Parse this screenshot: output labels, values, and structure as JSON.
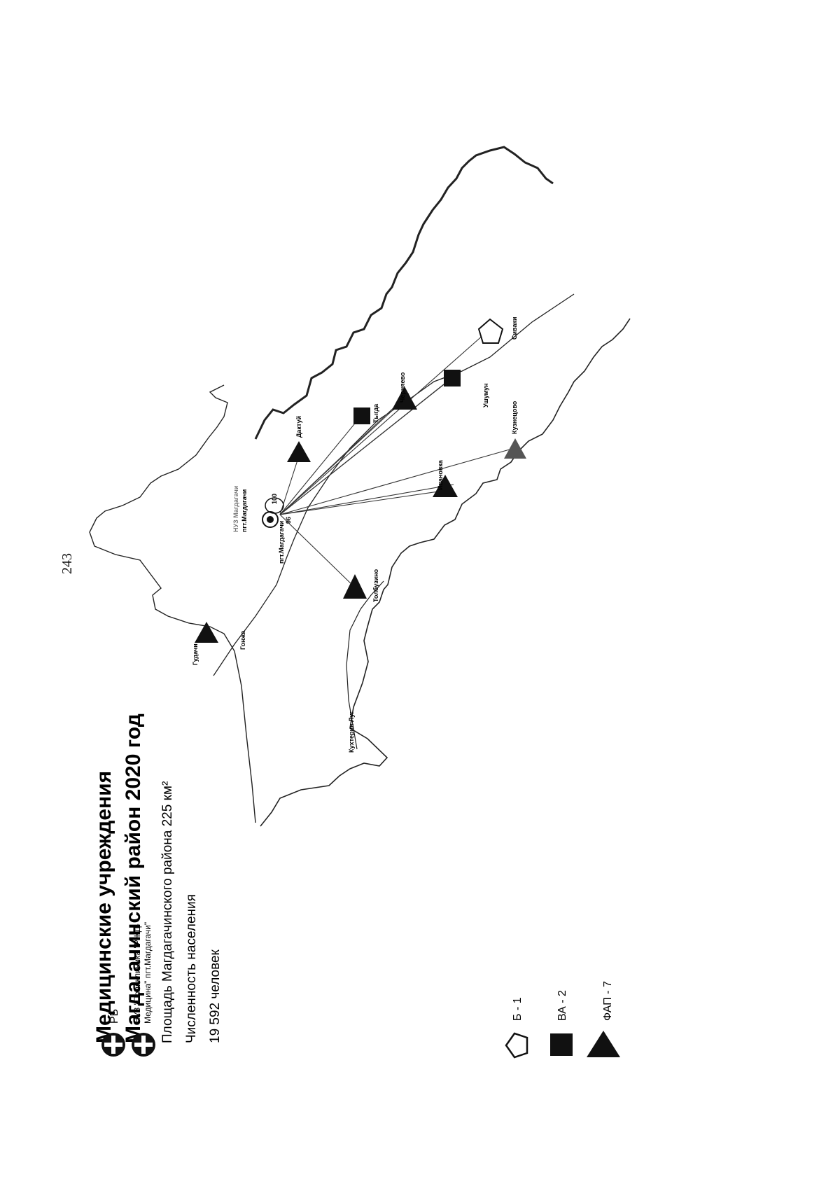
{
  "page_number": "243",
  "title_line1": "Медицинские учреждения",
  "title_line2": "Магдагачинский район 2020 год",
  "area_text": "Площадь Магдагачинского района 225 км²",
  "population_label": "Численность населения",
  "population_value": "19 592 человек",
  "legend": {
    "rb": "РБ",
    "nuz_line1": "НУЗ \"Поликлиника \"РЖД-",
    "nuz_line2": "Медицина\" пгт.Магдагачи\"",
    "b": "Б - 1",
    "va": "ВА - 2",
    "fap": "ФАП - 7"
  },
  "map": {
    "center_label": "пгт.Магдагачи",
    "nuz_label_line1": "НУЗ Магдагачи",
    "nuz_label_line2": "пгт.Магдагачи",
    "dist_100": "100",
    "dist_96": "96",
    "places": {
      "gudachi": "Гудачи",
      "gonzha": "Гонжа",
      "tolbuzino": "Толбузино",
      "dactuy": "Дактуй",
      "tygda": "Тыгда",
      "chernyaevo": "Черняево",
      "ushumun": "Ушумун",
      "sivaki": "Сиваки",
      "kuznetsovo": "Кузнецово",
      "ivanovka": "Ивановка",
      "bottom_place": "Кухтерин Луг"
    }
  },
  "colors": {
    "ink": "#111111",
    "map_line": "#222222"
  }
}
